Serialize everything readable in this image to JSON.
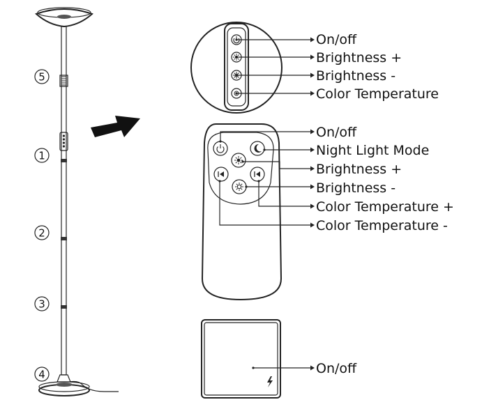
{
  "lamp": {
    "section_numbers": [
      "5",
      "1",
      "2",
      "3",
      "4"
    ]
  },
  "panel_controls": {
    "labels": [
      "On/off",
      "Brightness +",
      "Brightness -",
      "Color Temperature"
    ]
  },
  "remote_controls": {
    "labels": [
      "On/off",
      "Night Light Mode",
      "Brightness +",
      "Brightness -",
      "Color Temperature +",
      "Color Temperature -"
    ]
  },
  "touch_pad": {
    "label": "On/off"
  }
}
